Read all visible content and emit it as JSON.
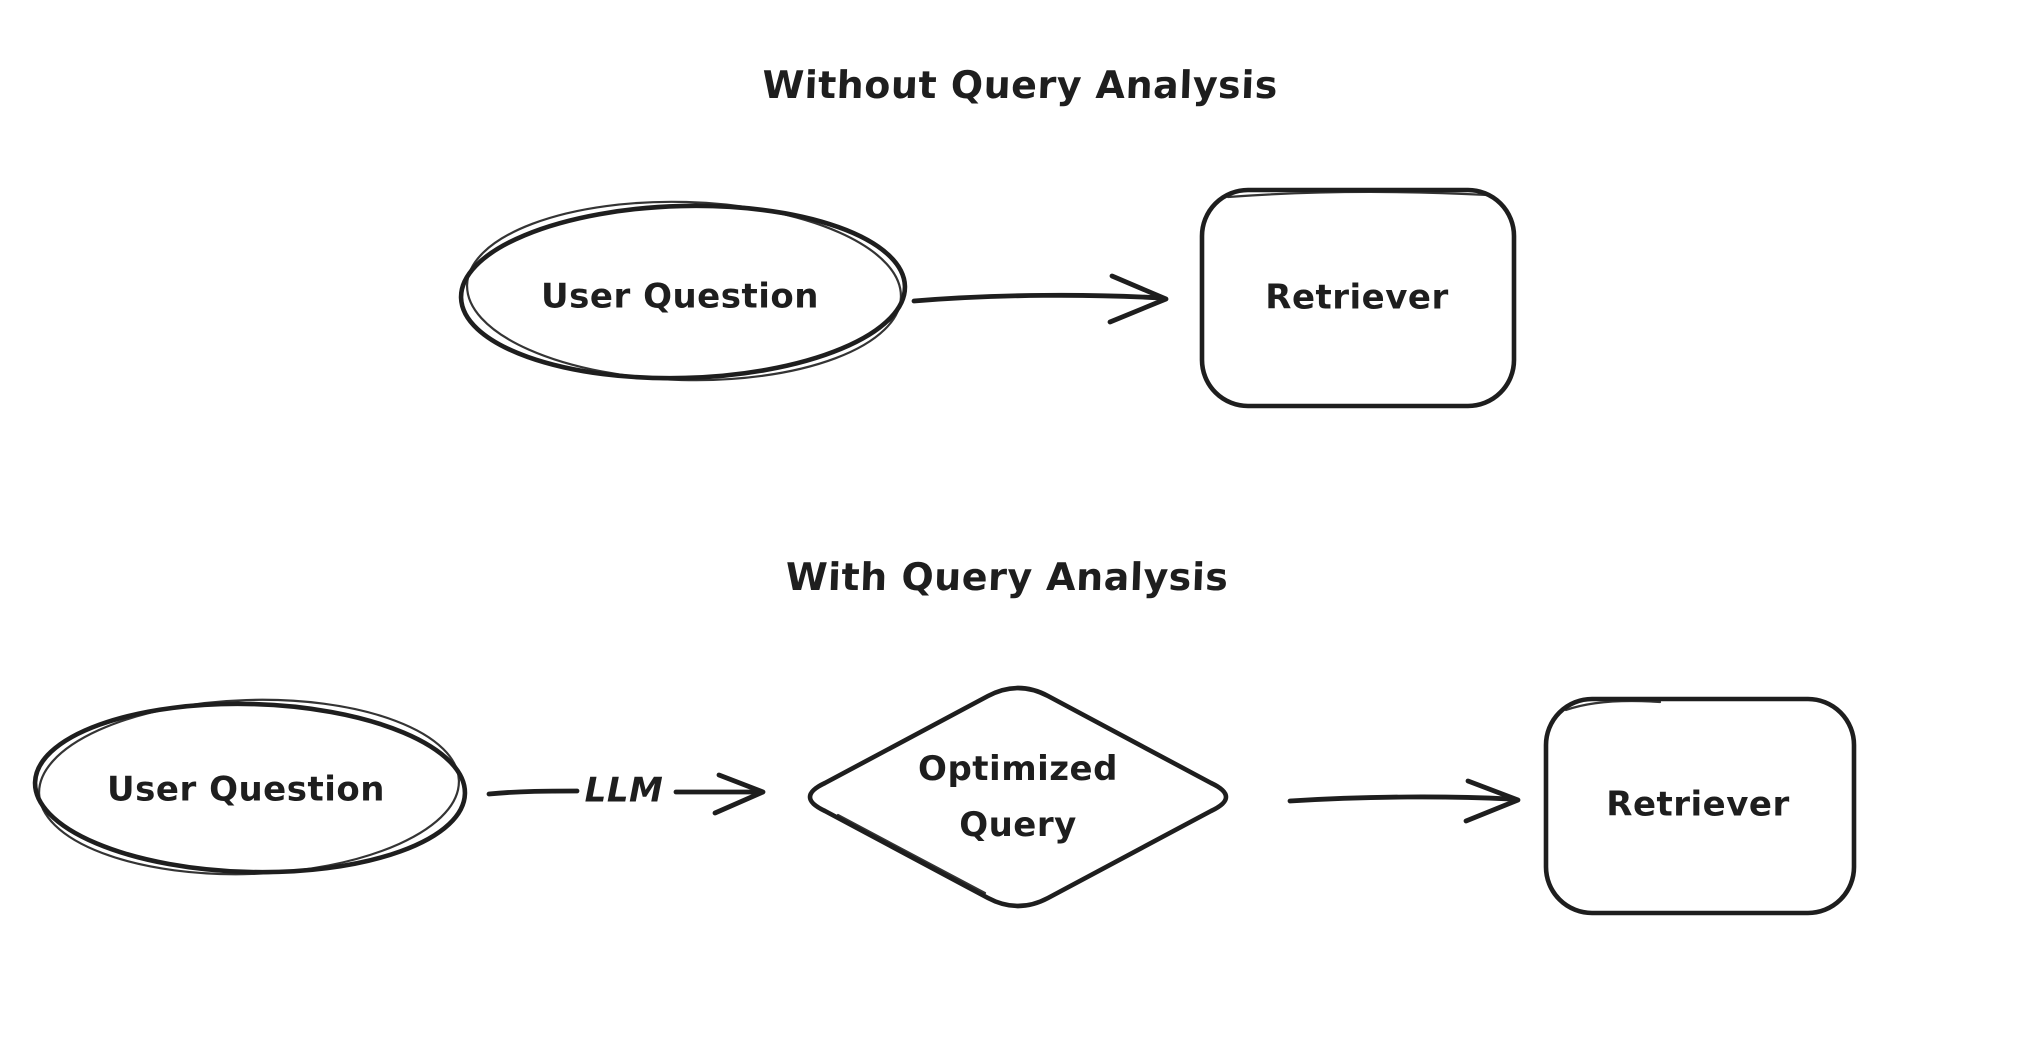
{
  "canvas": {
    "background_color": "#ffffff",
    "stroke_color": "#1e1e1e",
    "style": "hand-drawn sketch"
  },
  "sections": [
    {
      "title": "Without Query Analysis",
      "nodes": [
        {
          "shape": "ellipse",
          "label": "User Question"
        },
        {
          "shape": "rounded-rectangle",
          "label": "Retriever"
        }
      ],
      "edges": [
        {
          "from": "User Question",
          "to": "Retriever",
          "label": ""
        }
      ]
    },
    {
      "title": "With Query Analysis",
      "nodes": [
        {
          "shape": "ellipse",
          "label": "User Question"
        },
        {
          "shape": "diamond",
          "label": "Optimized Query",
          "lines": [
            "Optimized",
            "Query"
          ]
        },
        {
          "shape": "rounded-rectangle",
          "label": "Retriever"
        }
      ],
      "edges": [
        {
          "from": "User Question",
          "to": "Optimized Query",
          "label": "LLM"
        },
        {
          "from": "Optimized Query",
          "to": "Retriever",
          "label": ""
        }
      ]
    }
  ]
}
